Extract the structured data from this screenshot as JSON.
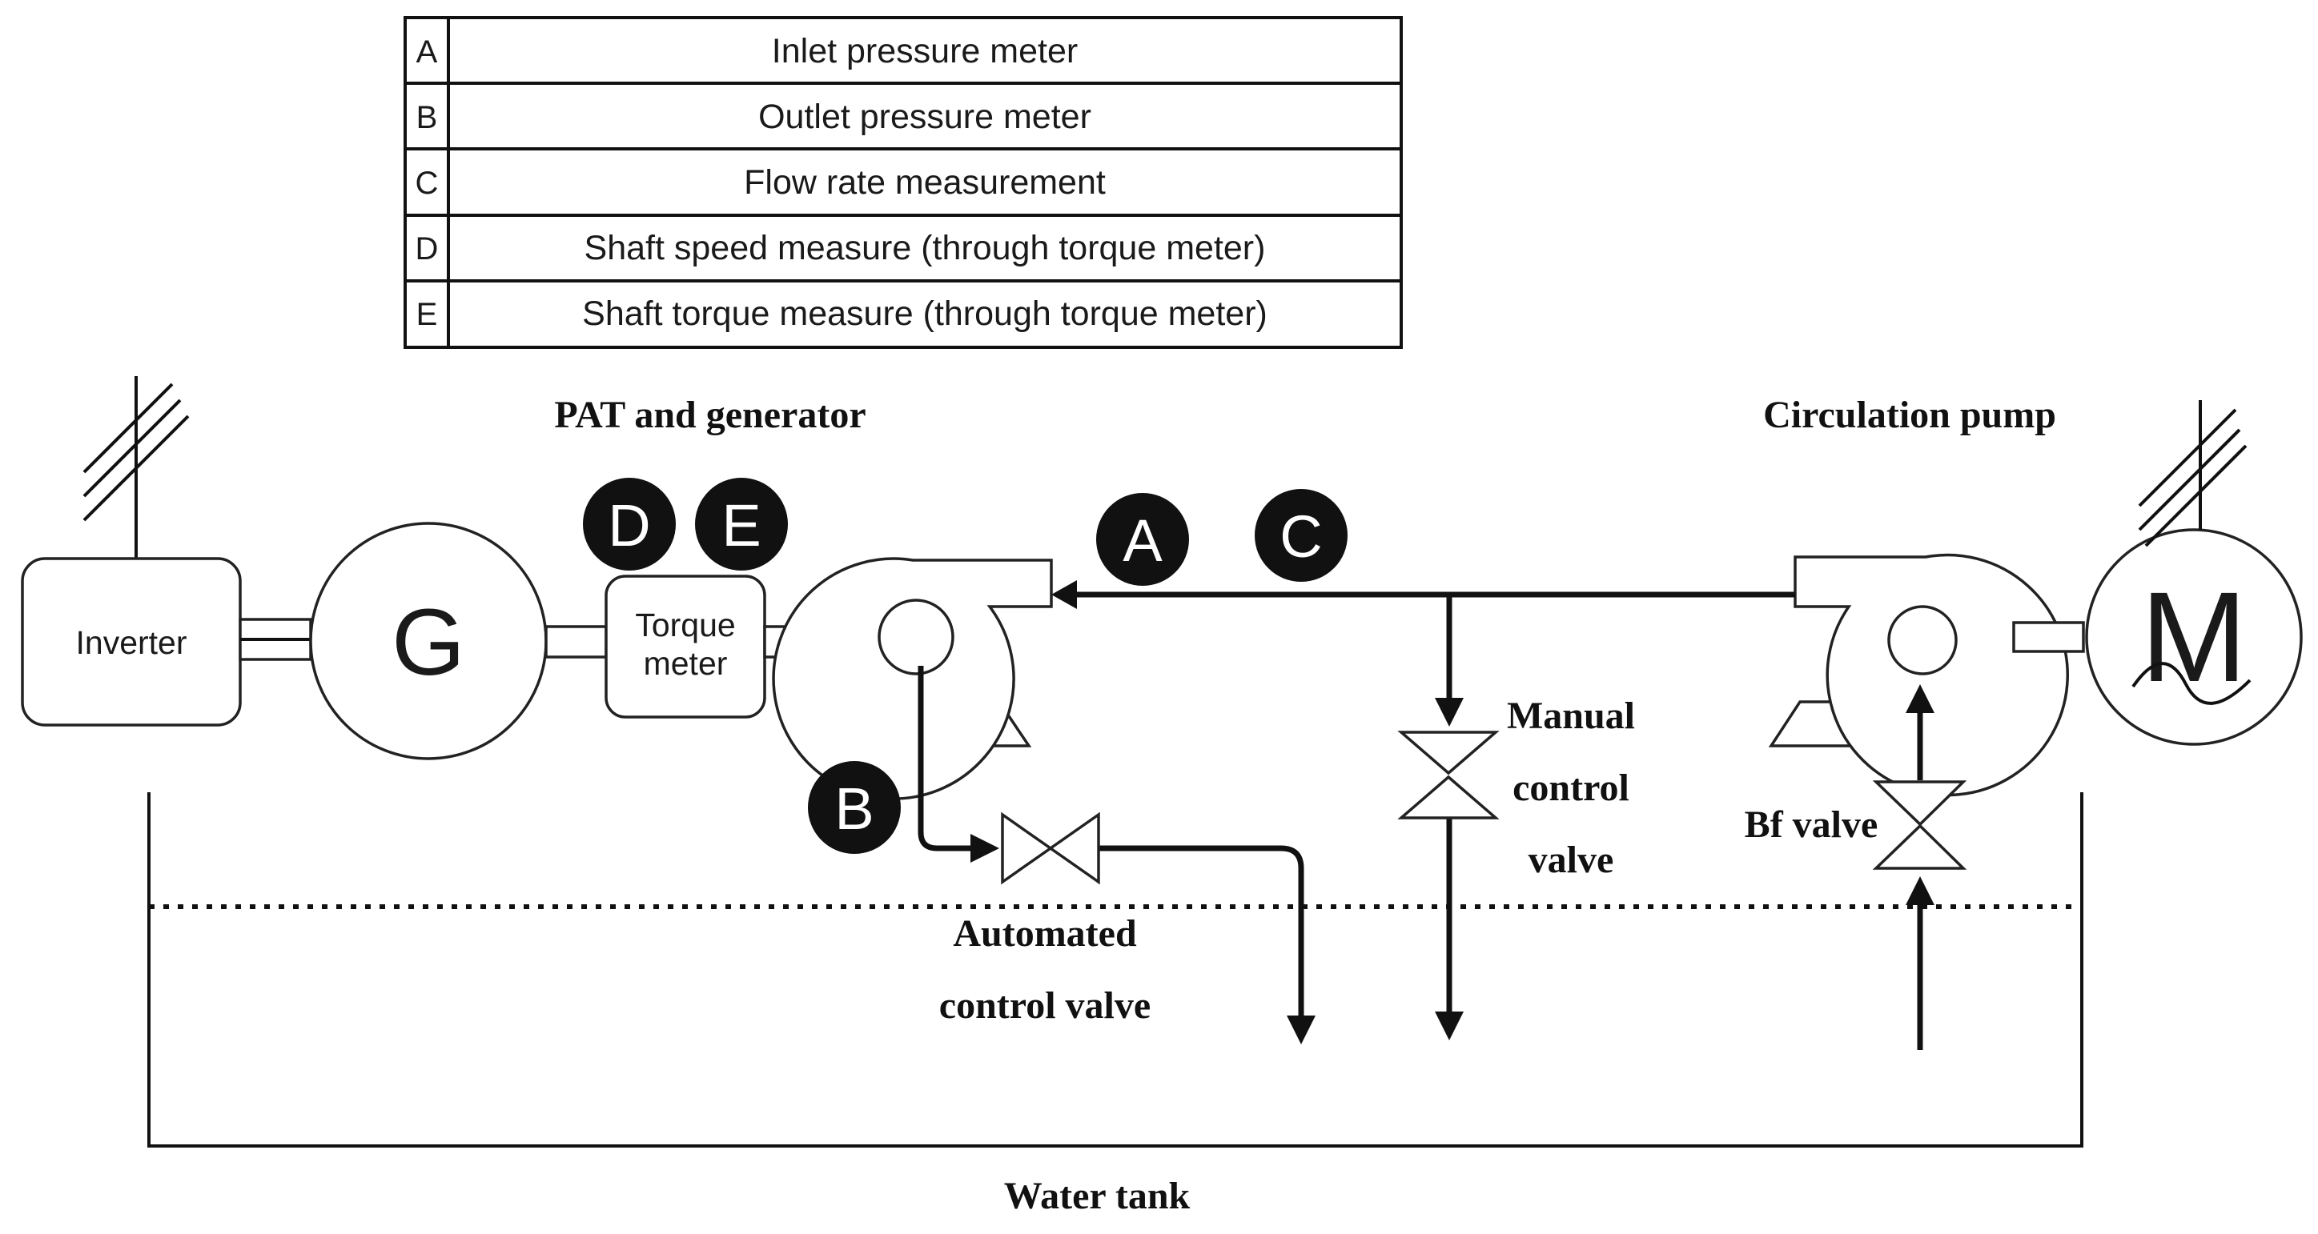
{
  "legend": [
    {
      "key": "A",
      "description": "Inlet pressure meter"
    },
    {
      "key": "B",
      "description": "Outlet pressure meter"
    },
    {
      "key": "C",
      "description": "Flow rate measurement"
    },
    {
      "key": "D",
      "description": "Shaft speed measure (through torque meter)"
    },
    {
      "key": "E",
      "description": "Shaft torque measure (through torque meter)"
    }
  ],
  "titles": {
    "pat_and_generator": "PAT and generator",
    "circulation_pump": "Circulation pump",
    "water_tank": "Water tank"
  },
  "equipment": {
    "inverter": "Inverter",
    "generator": "G",
    "torque_meter_line1": "Torque",
    "torque_meter_line2": "meter",
    "motor": "M"
  },
  "valves": {
    "manual_line1": "Manual",
    "manual_line2": "control",
    "manual_line3": "valve",
    "automated_line1": "Automated",
    "automated_line2": "control valve",
    "bf": "Bf valve"
  },
  "badges": {
    "a": "A",
    "b": "B",
    "c": "C",
    "d": "D",
    "e": "E"
  }
}
